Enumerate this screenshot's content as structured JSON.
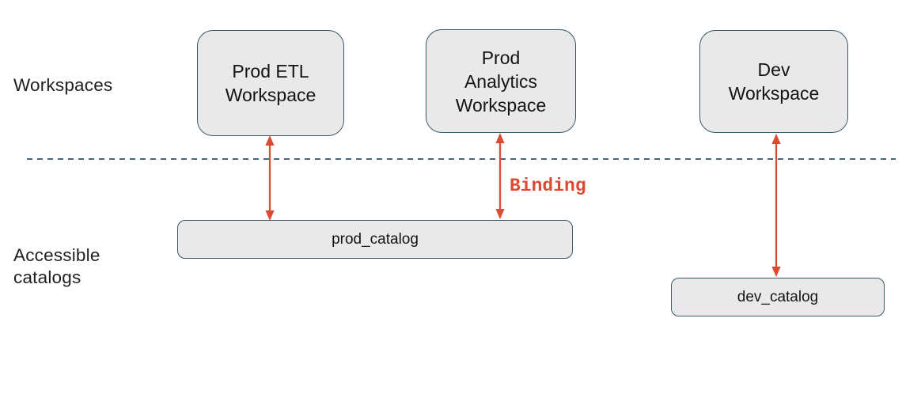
{
  "colors": {
    "box_fill": "#e9e9e9",
    "box_border": "#35586a",
    "dashed_line": "#2e4f63",
    "arrow_red": "#db4b32",
    "text_dark": "#1f1f1f"
  },
  "row_labels": {
    "workspaces": "Workspaces",
    "accessible_catalogs": [
      "Accessible",
      "catalogs"
    ]
  },
  "workspaces": [
    {
      "name": "prod-etl-workspace",
      "lines": [
        "Prod ETL",
        "Workspace"
      ]
    },
    {
      "name": "prod-analytics-workspace",
      "lines": [
        "Prod",
        "Analytics",
        "Workspace"
      ]
    },
    {
      "name": "dev-workspace",
      "lines": [
        "Dev",
        "Workspace"
      ]
    }
  ],
  "catalogs": [
    {
      "name": "prod-catalog",
      "label": "prod_catalog"
    },
    {
      "name": "dev-catalog",
      "label": "dev_catalog"
    }
  ],
  "annotations": {
    "binding_label": "Binding"
  }
}
